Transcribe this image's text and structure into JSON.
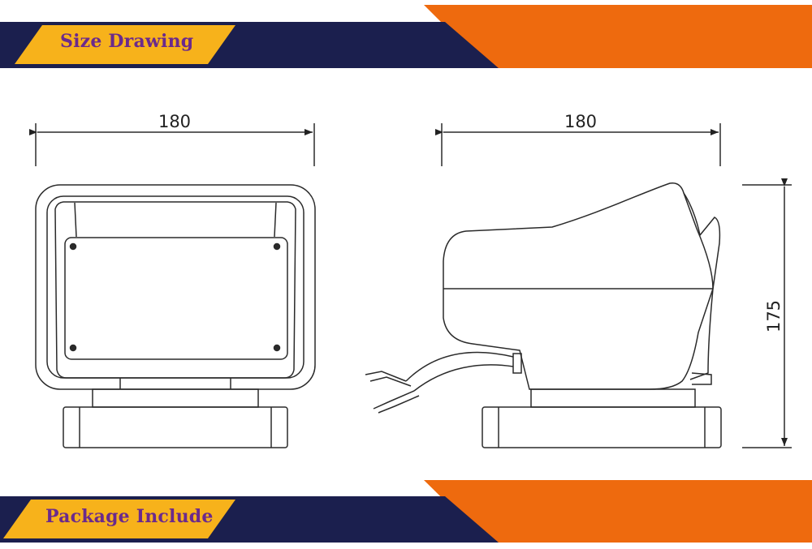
{
  "banners": {
    "top_label": "Size Drawing",
    "bottom_label": "Package Include"
  },
  "colors": {
    "navy": "#1b1f4e",
    "orange": "#ee6a0e",
    "gold": "#f7b21b",
    "label_purple": "#6b2a8c"
  },
  "dimensions": {
    "front_width": "180",
    "side_width": "180",
    "side_height": "175"
  }
}
